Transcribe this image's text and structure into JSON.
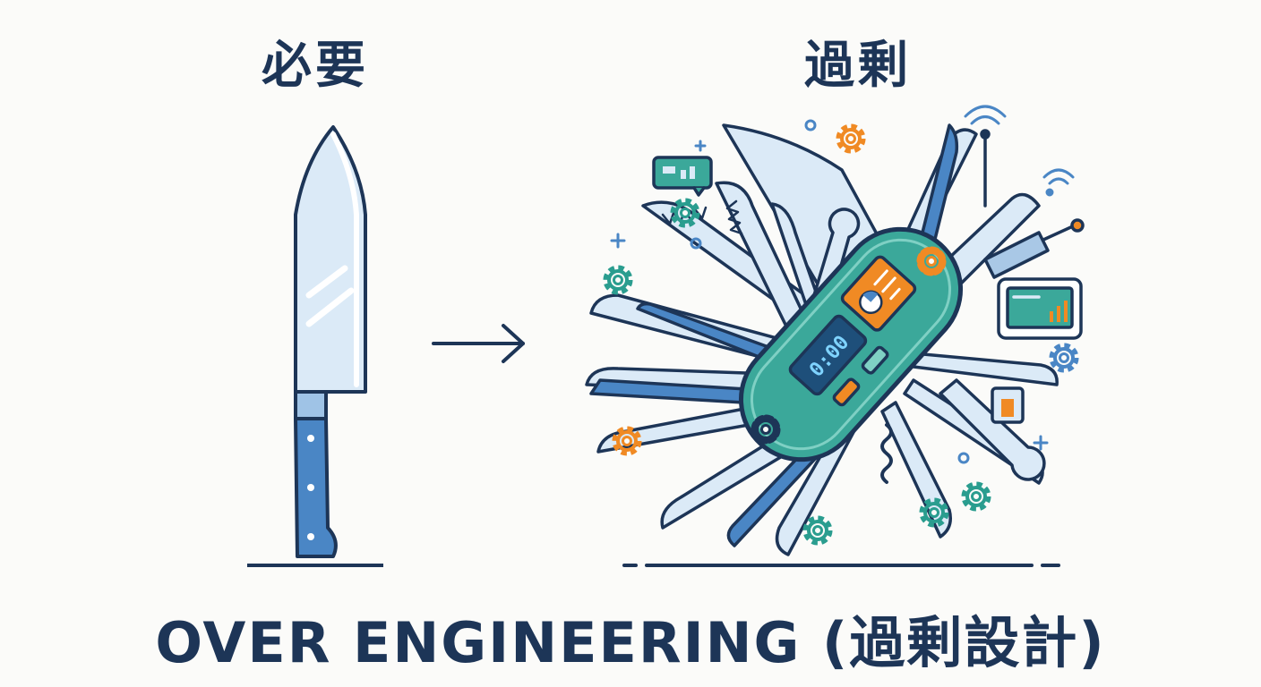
{
  "labels": {
    "necessary": "必要",
    "excessive": "過剰"
  },
  "caption": "OVER ENGINEERING (過剰設計)",
  "tool_display": "0:00",
  "icons": {
    "simple": "kitchen-knife-icon",
    "complex": "multi-tool-icon",
    "arrow": "arrow-right-icon"
  },
  "colors": {
    "ink": "#1d3557",
    "blade": "#dbeaf7",
    "handle": "#4a86c5",
    "tool_body": "#3ba89a",
    "accent": "#f08a24",
    "gear_teal": "#2a9d8f"
  }
}
